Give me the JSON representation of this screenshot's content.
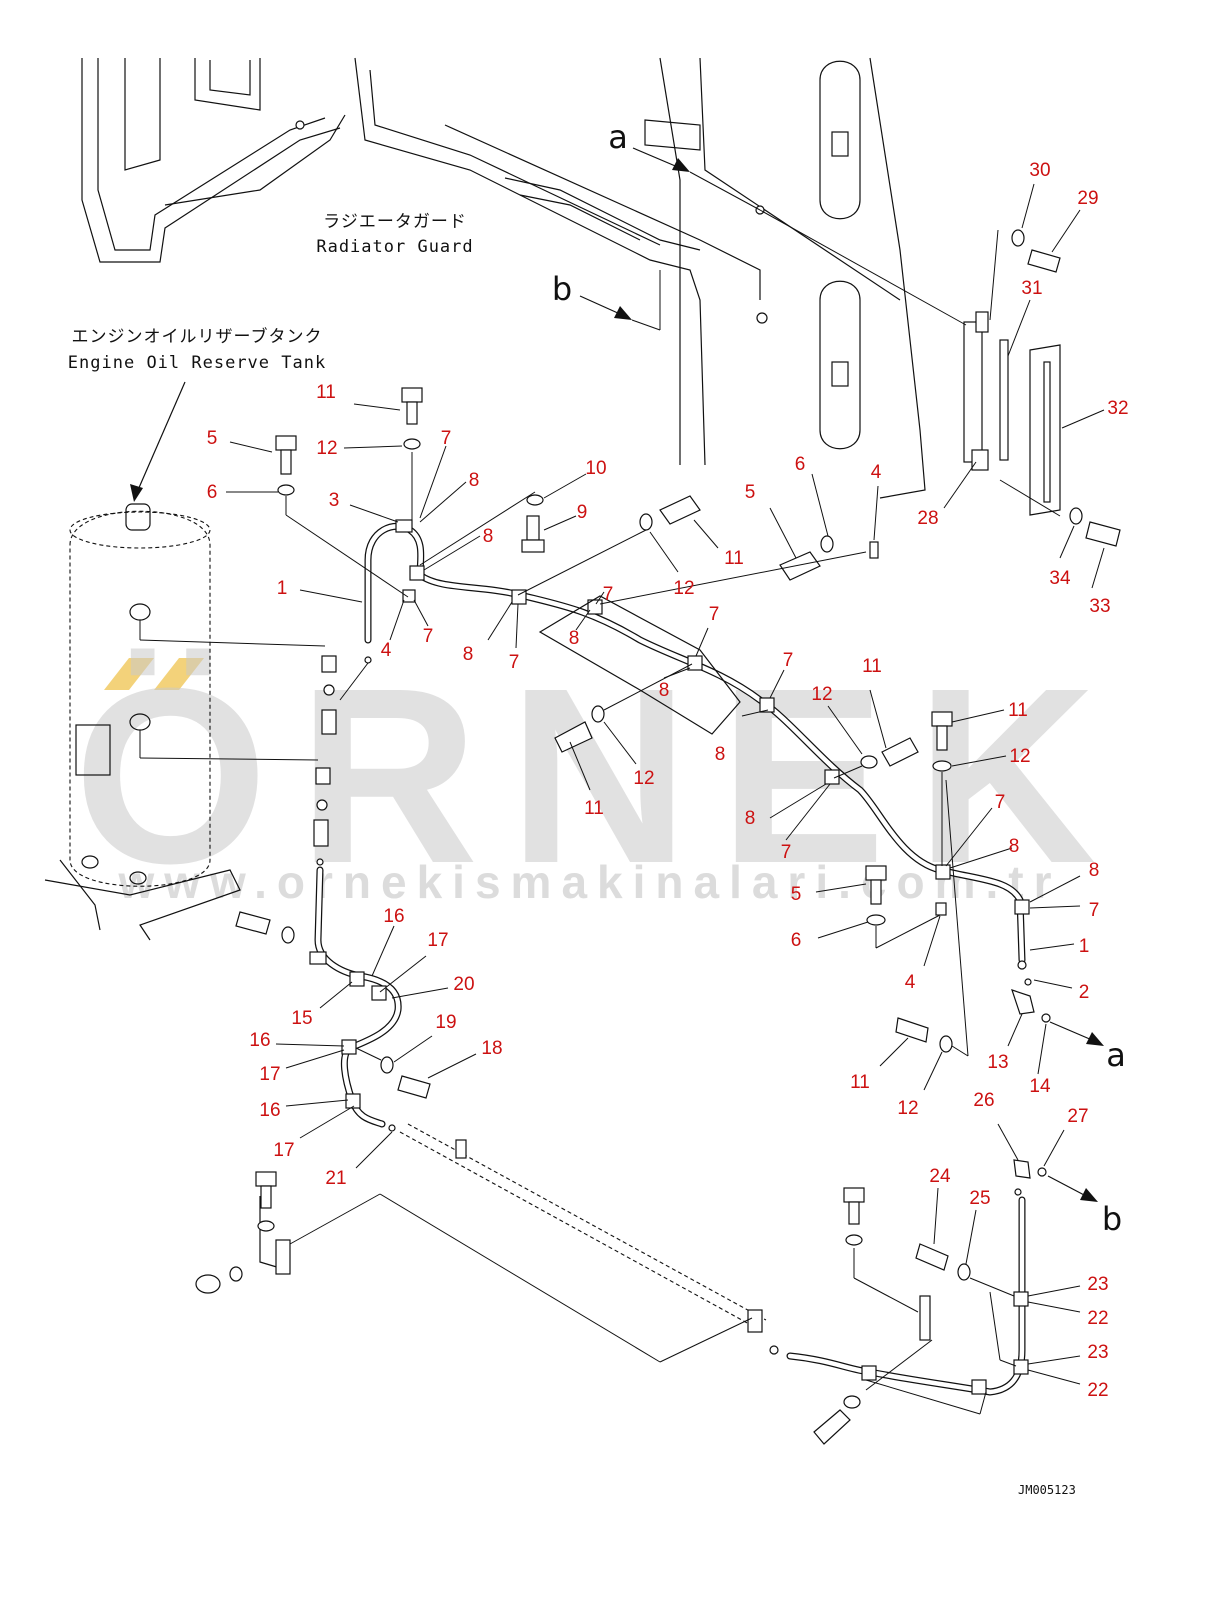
{
  "labels": {
    "radiator_guard_jp": "ラジエータガード",
    "radiator_guard_en": "Radiator Guard",
    "engine_oil_tank_jp": "エンジンオイルリザーブタンク",
    "engine_oil_tank_en": "Engine Oil Reserve Tank",
    "arrow_a_top": "a",
    "arrow_b_top": "b",
    "arrow_a_right": "a",
    "arrow_b_right": "b",
    "drawing_code": "JM005123"
  },
  "watermark": {
    "brand": "ÖRNEK",
    "url": "www.ornekismakinalari.com.tr",
    "accent_color": "#f3d27a"
  },
  "callouts": [
    {
      "n": "30"
    },
    {
      "n": "29"
    },
    {
      "n": "31"
    },
    {
      "n": "32"
    },
    {
      "n": "28"
    },
    {
      "n": "34"
    },
    {
      "n": "33"
    },
    {
      "n": "11"
    },
    {
      "n": "5"
    },
    {
      "n": "12"
    },
    {
      "n": "7"
    },
    {
      "n": "6"
    },
    {
      "n": "8"
    },
    {
      "n": "3"
    },
    {
      "n": "10"
    },
    {
      "n": "9"
    },
    {
      "n": "8"
    },
    {
      "n": "1"
    },
    {
      "n": "4"
    },
    {
      "n": "7"
    },
    {
      "n": "11"
    },
    {
      "n": "12"
    },
    {
      "n": "6"
    },
    {
      "n": "5"
    },
    {
      "n": "4"
    },
    {
      "n": "7"
    },
    {
      "n": "8"
    },
    {
      "n": "8"
    },
    {
      "n": "7"
    },
    {
      "n": "7"
    },
    {
      "n": "8"
    },
    {
      "n": "7"
    },
    {
      "n": "8"
    },
    {
      "n": "11"
    },
    {
      "n": "12"
    },
    {
      "n": "11"
    },
    {
      "n": "12"
    },
    {
      "n": "8"
    },
    {
      "n": "12"
    },
    {
      "n": "11"
    },
    {
      "n": "7"
    },
    {
      "n": "8"
    },
    {
      "n": "7"
    },
    {
      "n": "8"
    },
    {
      "n": "5"
    },
    {
      "n": "7"
    },
    {
      "n": "6"
    },
    {
      "n": "1"
    },
    {
      "n": "4"
    },
    {
      "n": "2"
    },
    {
      "n": "13"
    },
    {
      "n": "14"
    },
    {
      "n": "11"
    },
    {
      "n": "12"
    },
    {
      "n": "16"
    },
    {
      "n": "17"
    },
    {
      "n": "20"
    },
    {
      "n": "15"
    },
    {
      "n": "19"
    },
    {
      "n": "18"
    },
    {
      "n": "16"
    },
    {
      "n": "17"
    },
    {
      "n": "16"
    },
    {
      "n": "17"
    },
    {
      "n": "21"
    },
    {
      "n": "26"
    },
    {
      "n": "27"
    },
    {
      "n": "24"
    },
    {
      "n": "25"
    },
    {
      "n": "23"
    },
    {
      "n": "22"
    },
    {
      "n": "23"
    },
    {
      "n": "22"
    }
  ]
}
